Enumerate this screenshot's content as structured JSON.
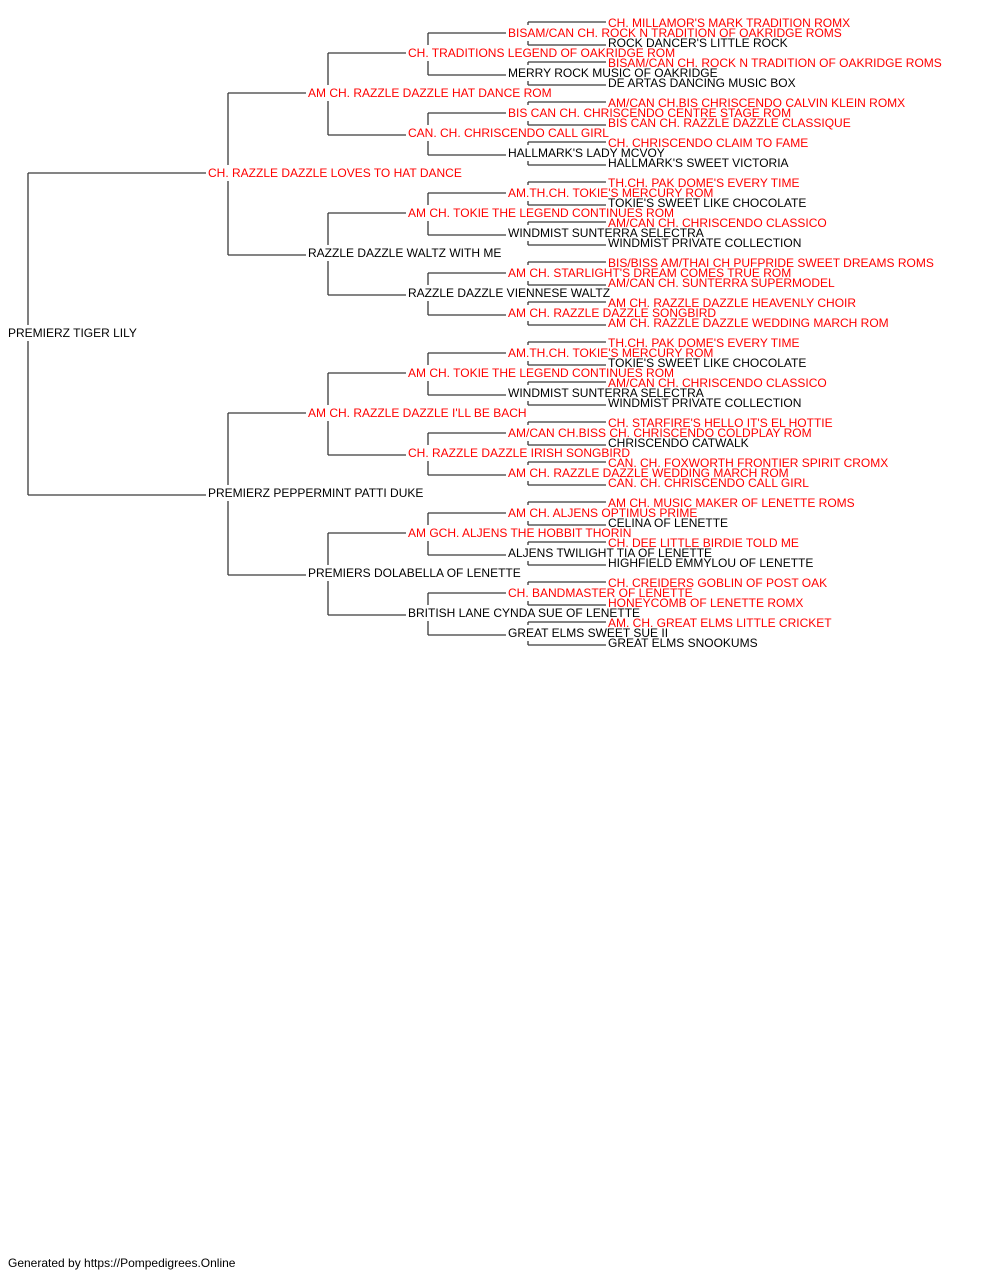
{
  "colors": {
    "titled": "#ff0000",
    "plain": "#000000",
    "connector": "#3a3a3a"
  },
  "pedigree": {
    "name": "PREMIERZ TIGER LILY",
    "titled": false,
    "sire": {
      "name": "CH. RAZZLE DAZZLE LOVES TO HAT DANCE",
      "titled": true,
      "sire": {
        "name": "AM CH. RAZZLE DAZZLE HAT DANCE ROM",
        "titled": true,
        "sire": {
          "name": "CH. TRADITIONS LEGEND OF OAKRIDGE ROM",
          "titled": true,
          "sire": {
            "name": "BISAM/CAN CH. ROCK N TRADITION OF OAKRIDGE ROMS",
            "titled": true,
            "sire": {
              "name": "CH. MILLAMOR'S MARK TRADITION ROMX",
              "titled": true
            },
            "dam": {
              "name": "ROCK DANCER'S LITTLE ROCK",
              "titled": false
            }
          },
          "dam": {
            "name": "MERRY ROCK MUSIC OF OAKRIDGE",
            "titled": false,
            "sire": {
              "name": "BISAM/CAN CH. ROCK N TRADITION OF OAKRIDGE ROMS",
              "titled": true
            },
            "dam": {
              "name": "DE ARTAS DANCING MUSIC BOX",
              "titled": false
            }
          }
        },
        "dam": {
          "name": "CAN. CH. CHRISCENDO CALL GIRL",
          "titled": true,
          "sire": {
            "name": "BIS CAN CH. CHRISCENDO CENTRE STAGE ROM",
            "titled": true,
            "sire": {
              "name": "AM/CAN CH.BIS CHRISCENDO CALVIN KLEIN ROMX",
              "titled": true
            },
            "dam": {
              "name": "BIS CAN CH. RAZZLE DAZZLE CLASSIQUE",
              "titled": true
            }
          },
          "dam": {
            "name": "HALLMARK'S LADY MCVOY",
            "titled": false,
            "sire": {
              "name": "CH. CHRISCENDO CLAIM TO FAME",
              "titled": true
            },
            "dam": {
              "name": "HALLMARK'S SWEET VICTORIA",
              "titled": false
            }
          }
        }
      },
      "dam": {
        "name": "RAZZLE DAZZLE WALTZ WITH ME",
        "titled": false,
        "sire": {
          "name": "AM CH. TOKIE THE LEGEND CONTINUES ROM",
          "titled": true,
          "sire": {
            "name": "AM.TH.CH. TOKIE'S MERCURY ROM",
            "titled": true,
            "sire": {
              "name": "TH.CH. PAK DOME'S EVERY TIME",
              "titled": true
            },
            "dam": {
              "name": "TOKIE'S SWEET LIKE CHOCOLATE",
              "titled": false
            }
          },
          "dam": {
            "name": "WINDMIST SUNTERRA SELECTRA",
            "titled": false,
            "sire": {
              "name": "AM/CAN CH. CHRISCENDO CLASSICO",
              "titled": true
            },
            "dam": {
              "name": "WINDMIST PRIVATE COLLECTION",
              "titled": false
            }
          }
        },
        "dam": {
          "name": "RAZZLE DAZZLE VIENNESE WALTZ",
          "titled": false,
          "sire": {
            "name": "AM CH. STARLIGHT'S DREAM COMES TRUE ROM",
            "titled": true,
            "sire": {
              "name": "BIS/BISS AM/THAI CH PUFPRIDE SWEET DREAMS ROMS",
              "titled": true
            },
            "dam": {
              "name": "AM/CAN CH. SUNTERRA SUPERMODEL",
              "titled": true
            }
          },
          "dam": {
            "name": "AM CH. RAZZLE DAZZLE SONGBIRD",
            "titled": true,
            "sire": {
              "name": "AM CH. RAZZLE DAZZLE HEAVENLY CHOIR",
              "titled": true
            },
            "dam": {
              "name": "AM CH. RAZZLE DAZZLE WEDDING MARCH ROM",
              "titled": true
            }
          }
        }
      }
    },
    "dam": {
      "name": "PREMIERZ PEPPERMINT PATTI DUKE",
      "titled": false,
      "sire": {
        "name": "AM CH. RAZZLE DAZZLE I'LL BE BACH",
        "titled": true,
        "sire": {
          "name": "AM CH. TOKIE THE LEGEND CONTINUES ROM",
          "titled": true,
          "sire": {
            "name": "AM.TH.CH. TOKIE'S MERCURY ROM",
            "titled": true,
            "sire": {
              "name": "TH.CH. PAK DOME'S EVERY TIME",
              "titled": true
            },
            "dam": {
              "name": "TOKIE'S SWEET LIKE CHOCOLATE",
              "titled": false
            }
          },
          "dam": {
            "name": "WINDMIST SUNTERRA SELECTRA",
            "titled": false,
            "sire": {
              "name": "AM/CAN CH. CHRISCENDO CLASSICO",
              "titled": true
            },
            "dam": {
              "name": "WINDMIST PRIVATE COLLECTION",
              "titled": false
            }
          }
        },
        "dam": {
          "name": "CH. RAZZLE DAZZLE IRISH SONGBIRD",
          "titled": true,
          "sire": {
            "name": "AM/CAN CH.BISS CH. CHRISCENDO COLDPLAY ROM",
            "titled": true,
            "sire": {
              "name": "CH. STARFIRE'S HELLO IT'S EL HOTTIE",
              "titled": true
            },
            "dam": {
              "name": "CHRISCENDO CATWALK",
              "titled": false
            }
          },
          "dam": {
            "name": "AM CH. RAZZLE DAZZLE WEDDING MARCH ROM",
            "titled": true,
            "sire": {
              "name": "CAN. CH. FOXWORTH FRONTIER SPIRIT CROMX",
              "titled": true
            },
            "dam": {
              "name": "CAN. CH. CHRISCENDO CALL GIRL",
              "titled": true
            }
          }
        }
      },
      "dam": {
        "name": "PREMIERS DOLABELLA OF LENETTE",
        "titled": false,
        "sire": {
          "name": "AM GCH. ALJENS THE HOBBIT THORIN",
          "titled": true,
          "sire": {
            "name": "AM CH. ALJENS OPTIMUS PRIME",
            "titled": true,
            "sire": {
              "name": "AM CH. MUSIC MAKER OF LENETTE ROMS",
              "titled": true
            },
            "dam": {
              "name": "CELINA OF LENETTE",
              "titled": false
            }
          },
          "dam": {
            "name": "ALJENS TWILIGHT TIA OF LENETTE",
            "titled": false,
            "sire": {
              "name": "CH. DEE LITTLE BIRDIE TOLD ME",
              "titled": true
            },
            "dam": {
              "name": "HIGHFIELD EMMYLOU OF LENETTE",
              "titled": false
            }
          }
        },
        "dam": {
          "name": "BRITISH LANE CYNDA SUE OF LENETTE",
          "titled": false,
          "sire": {
            "name": "CH. BANDMASTER OF LENETTE",
            "titled": true,
            "sire": {
              "name": "CH. CREIDERS GOBLIN OF POST OAK",
              "titled": true
            },
            "dam": {
              "name": "HONEYCOMB OF LENETTE ROMX",
              "titled": true
            }
          },
          "dam": {
            "name": "GREAT ELMS SWEET SUE II",
            "titled": false,
            "sire": {
              "name": "AM. CH. GREAT ELMS LITTLE CRICKET",
              "titled": true
            },
            "dam": {
              "name": "GREAT ELMS SNOOKUMS",
              "titled": false
            }
          }
        }
      }
    }
  },
  "footer": {
    "text": "Generated by https://Pompedigrees.Online"
  }
}
